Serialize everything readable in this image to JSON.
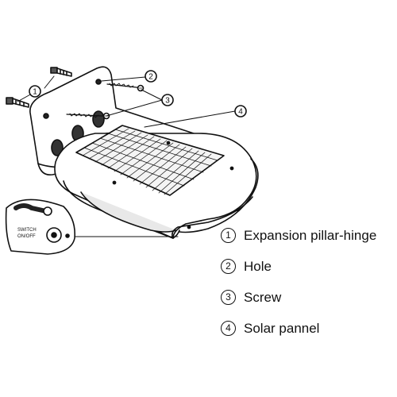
{
  "callouts": [
    {
      "num": "1",
      "label": "Expansion pillar-hinge"
    },
    {
      "num": "2",
      "label": "Hole"
    },
    {
      "num": "3",
      "label": "Screw"
    },
    {
      "num": "4",
      "label": "Solar pannel"
    }
  ],
  "switch_label_line1": "SWITCH",
  "switch_label_line2": "ON/OFF",
  "colors": {
    "line": "#111111",
    "panel_fill": "#f4f4f4",
    "dark": "#222222"
  }
}
